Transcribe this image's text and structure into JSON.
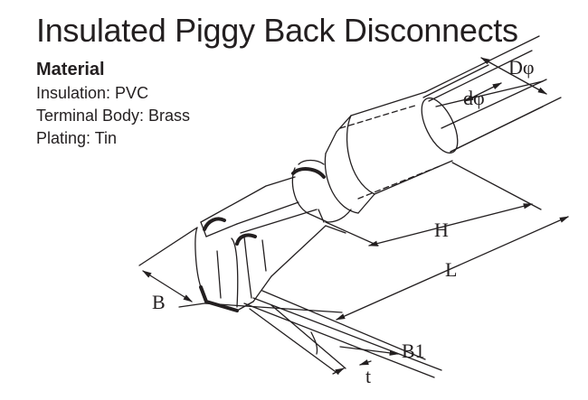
{
  "title": "Insulated Piggy Back Disconnects",
  "material": {
    "heading": "Material",
    "insulation": "Insulation: PVC",
    "terminal_body": "Terminal Body: Brass",
    "plating": "Plating: Tin"
  },
  "dimensions": {
    "outer_diameter": "Dφ",
    "inner_diameter": "dφ",
    "insulation_length": "H",
    "overall_length": "L",
    "width": "B",
    "tab_width": "B1",
    "thickness": "t"
  },
  "colors": {
    "ink": "#231f20",
    "background": "#ffffff"
  }
}
